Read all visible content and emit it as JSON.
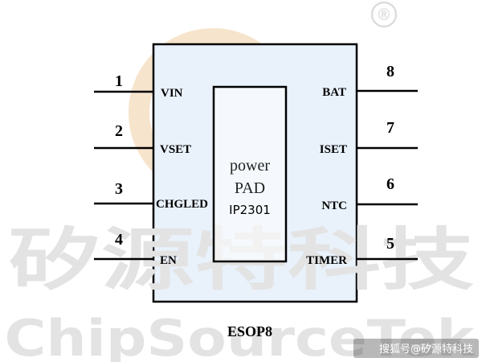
{
  "watermark": {
    "reg_mark": "®",
    "cn_name": "矽源特科技",
    "en_name": "ChipSourceTek"
  },
  "package": {
    "name": "ESOP8",
    "pad_line1": "power",
    "pad_line2": "PAD",
    "chip": "IP2301"
  },
  "pins": [
    {
      "num": "1",
      "name": "VIN"
    },
    {
      "num": "2",
      "name": "VSET"
    },
    {
      "num": "3",
      "name": "CHGLED"
    },
    {
      "num": "4",
      "name": "EN"
    },
    {
      "num": "8",
      "name": "BAT"
    },
    {
      "num": "7",
      "name": "ISET"
    },
    {
      "num": "6",
      "name": "NTC"
    },
    {
      "num": "5",
      "name": "TIMER"
    }
  ],
  "credit": "搜狐号@矽源特科技",
  "colors": {
    "body_fill": "#e9f1fb",
    "outline": "#000000",
    "watermark_gray": "#e3e3e3",
    "watermark_orange": "#f7e4cc"
  }
}
